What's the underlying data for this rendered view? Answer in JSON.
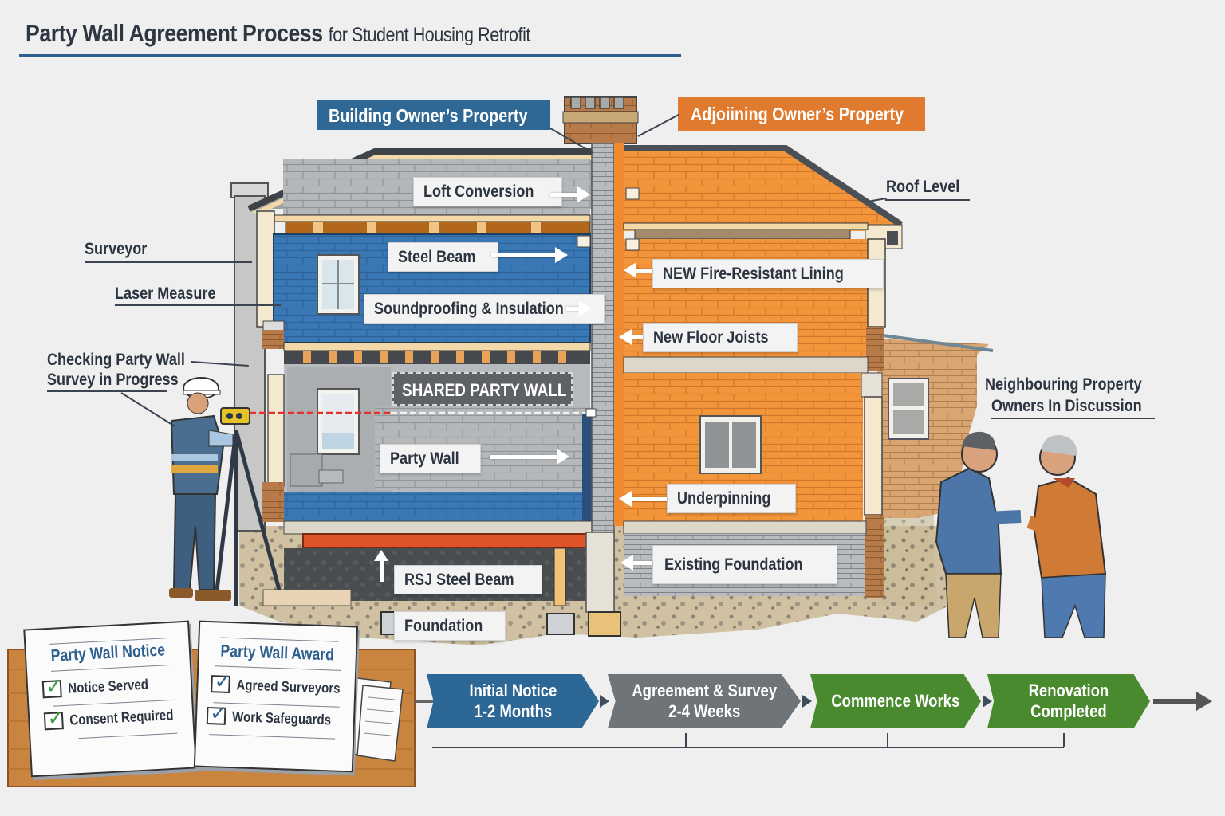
{
  "header": {
    "title_main": "Party Wall Agreement Process",
    "title_sub": "for Student Housing Retrofit"
  },
  "owners": {
    "building_owner": "Building Owner’s Property",
    "adjoining_owner": "Adjoiining Owner’s Property"
  },
  "side_labels": {
    "surveyor": "Surveyor",
    "laser_measure": "Laser Measure",
    "checking_line1": "Checking Party Wall",
    "checking_line2": "Survey in Progress",
    "roof_level": "Roof Level",
    "neighbours_line1": "Neighbouring Property",
    "neighbours_line2": "Owners In Discussion"
  },
  "building_labels": {
    "loft_conversion": "Loft Conversion",
    "steel_beam": "Steel Beam",
    "soundproofing": "Soundproofing & Insulation",
    "shared_party_wall": "SHARED PARTY WALL",
    "party_wall": "Party Wall",
    "rsj_steel_beam": "RSJ Steel Beam",
    "foundation": "Foundation",
    "fire_lining": "NEW Fire-Resistant Lining",
    "floor_joists": "New Floor Joists",
    "underpinning": "Underpinning",
    "existing_foundation": "Existing Foundation"
  },
  "documents": [
    {
      "title": "Party Wall Notice",
      "items": [
        "Notice Served",
        "Consent Required"
      ],
      "check_color": "#3a9a3a"
    },
    {
      "title": "Party Wall Award",
      "items": [
        "Agreed Surveyors",
        "Work Safeguards"
      ],
      "check_color": "#2d5f8f"
    }
  ],
  "timeline": {
    "steps": [
      {
        "line1": "Initial Notice",
        "line2": "1-2 Months",
        "color": "#2d6796"
      },
      {
        "line1": "Agreement & Survey",
        "line2": "2-4 Weeks",
        "color": "#6f7479"
      },
      {
        "line1": "Commence Works",
        "line2": "",
        "color": "#4a8a2e"
      },
      {
        "line1": "Renovation",
        "line2": "Completed",
        "color": "#4a8a2e"
      }
    ]
  },
  "colors": {
    "title_rule": "#2d5f8f",
    "blue_property": "#3a78b5",
    "orange_property": "#f0943a",
    "party_wall_grey": "#a9adb0",
    "rsj_beam": "#e0542a",
    "laser": "#e53030"
  }
}
